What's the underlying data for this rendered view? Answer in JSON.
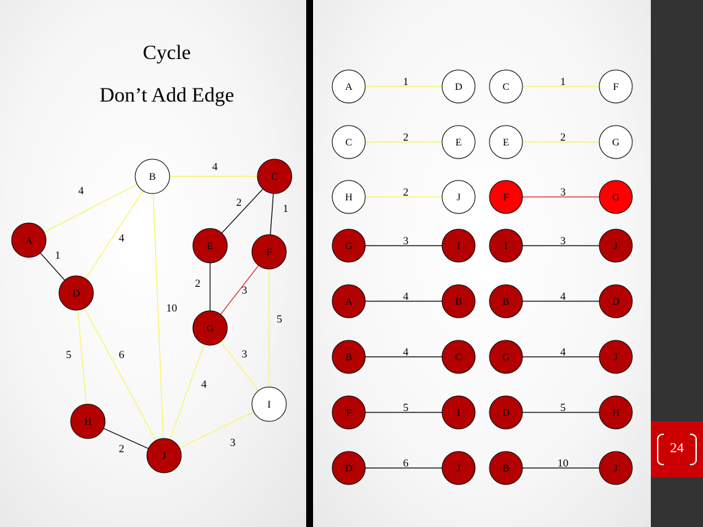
{
  "title_line1": "Cycle",
  "title_line2": "Don’t Add Edge",
  "page_number": "24",
  "colors": {
    "node_red": "#b30000",
    "node_bright": "#ff0000",
    "node_white": "#ffffff",
    "edge_yellow": "#f5f55a",
    "edge_black": "#000000",
    "edge_red": "#e02020",
    "accent": "#cc0000",
    "dark_strip": "#333333"
  },
  "graph": {
    "nodes": [
      {
        "id": "A",
        "label": "A",
        "state": "red"
      },
      {
        "id": "B",
        "label": "B",
        "state": "white"
      },
      {
        "id": "C",
        "label": "C",
        "state": "red"
      },
      {
        "id": "D",
        "label": "D",
        "state": "red"
      },
      {
        "id": "E",
        "label": "E",
        "state": "red"
      },
      {
        "id": "F",
        "label": "F",
        "state": "red"
      },
      {
        "id": "G",
        "label": "G",
        "state": "red"
      },
      {
        "id": "H",
        "label": "H",
        "state": "red"
      },
      {
        "id": "I",
        "label": "I",
        "state": "white"
      },
      {
        "id": "J",
        "label": "J",
        "state": "red"
      }
    ],
    "edges": [
      {
        "from": "A",
        "to": "B",
        "weight": "4",
        "state": "yellow"
      },
      {
        "from": "B",
        "to": "C",
        "weight": "4",
        "state": "yellow"
      },
      {
        "from": "A",
        "to": "D",
        "weight": "1",
        "state": "black"
      },
      {
        "from": "B",
        "to": "D",
        "weight": "4",
        "state": "yellow"
      },
      {
        "from": "C",
        "to": "E",
        "weight": "2",
        "state": "black"
      },
      {
        "from": "C",
        "to": "F",
        "weight": "1",
        "state": "black"
      },
      {
        "from": "E",
        "to": "G",
        "weight": "2",
        "state": "black"
      },
      {
        "from": "F",
        "to": "G",
        "weight": "3",
        "state": "red"
      },
      {
        "from": "B",
        "to": "J",
        "weight": "10",
        "state": "yellow"
      },
      {
        "from": "F",
        "to": "I",
        "weight": "5",
        "state": "yellow"
      },
      {
        "from": "D",
        "to": "H",
        "weight": "5",
        "state": "yellow"
      },
      {
        "from": "D",
        "to": "J",
        "weight": "6",
        "state": "yellow"
      },
      {
        "from": "G",
        "to": "I",
        "weight": "3",
        "state": "yellow"
      },
      {
        "from": "G",
        "to": "J",
        "weight": "4",
        "state": "yellow"
      },
      {
        "from": "H",
        "to": "J",
        "weight": "2",
        "state": "black"
      },
      {
        "from": "J",
        "to": "I",
        "weight": "3",
        "state": "yellow"
      }
    ]
  },
  "edge_list": {
    "left_column": [
      {
        "from": "A",
        "to": "D",
        "weight": "1",
        "state": "pending"
      },
      {
        "from": "C",
        "to": "E",
        "weight": "2",
        "state": "pending"
      },
      {
        "from": "H",
        "to": "J",
        "weight": "2",
        "state": "pending"
      },
      {
        "from": "G",
        "to": "I",
        "weight": "3",
        "state": "done"
      },
      {
        "from": "A",
        "to": "B",
        "weight": "4",
        "state": "done"
      },
      {
        "from": "B",
        "to": "C",
        "weight": "4",
        "state": "done"
      },
      {
        "from": "F",
        "to": "I",
        "weight": "5",
        "state": "done"
      },
      {
        "from": "D",
        "to": "J",
        "weight": "6",
        "state": "done"
      }
    ],
    "right_column": [
      {
        "from": "C",
        "to": "F",
        "weight": "1",
        "state": "pending"
      },
      {
        "from": "E",
        "to": "G",
        "weight": "2",
        "state": "pending"
      },
      {
        "from": "F",
        "to": "G",
        "weight": "3",
        "state": "current"
      },
      {
        "from": "I",
        "to": "J",
        "weight": "3",
        "state": "done"
      },
      {
        "from": "B",
        "to": "D",
        "weight": "4",
        "state": "done"
      },
      {
        "from": "G",
        "to": "J",
        "weight": "4",
        "state": "done"
      },
      {
        "from": "D",
        "to": "H",
        "weight": "5",
        "state": "done"
      },
      {
        "from": "B",
        "to": "J",
        "weight": "10",
        "state": "done"
      }
    ]
  }
}
